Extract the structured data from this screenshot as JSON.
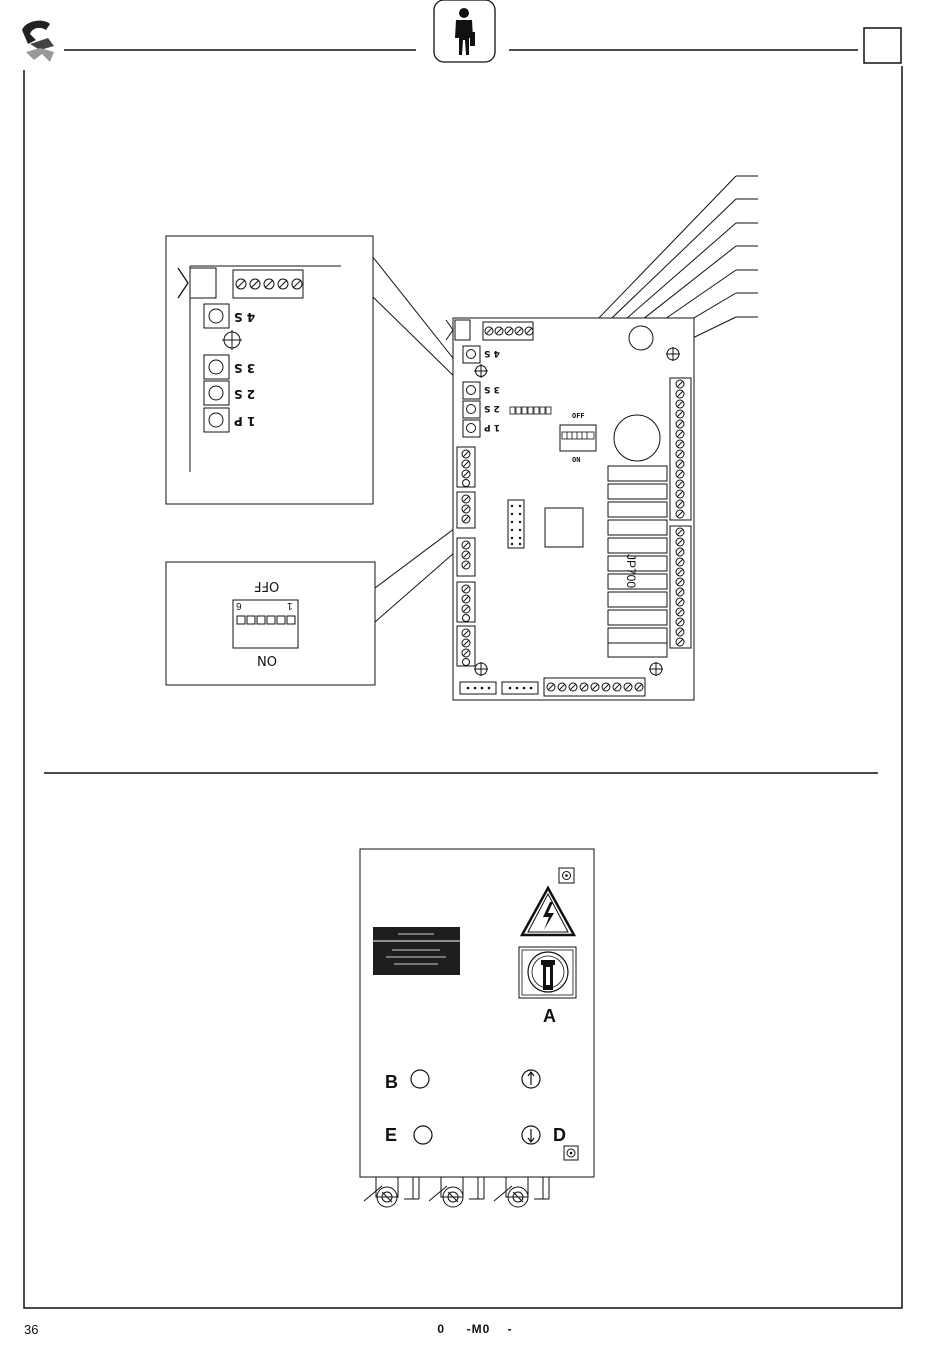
{
  "header": {
    "logo_icon": "manufacturer-logo-icon",
    "center_icon": "person-with-tools-icon"
  },
  "figure_top": {
    "zoom_terminal": {
      "s4": "4 S",
      "s3": "3 S",
      "s2": "2 S",
      "s1": "1 P"
    },
    "zoom_dip": {
      "off_label": "OFF",
      "on_label": "ON",
      "num_left": "6",
      "num_right": "1"
    },
    "pcb": {
      "s4": "4 S",
      "s3": "3 S",
      "s2": "2 S",
      "s1": "1 P",
      "dip_off": "OFF",
      "dip_on": "ON",
      "board_label": "JP700"
    }
  },
  "figure_bottom": {
    "label_a": "A",
    "label_b": "B",
    "label_d": "D",
    "label_e": "E"
  },
  "footer": {
    "page_number": "36",
    "doc_code": "0     -M0    -"
  }
}
